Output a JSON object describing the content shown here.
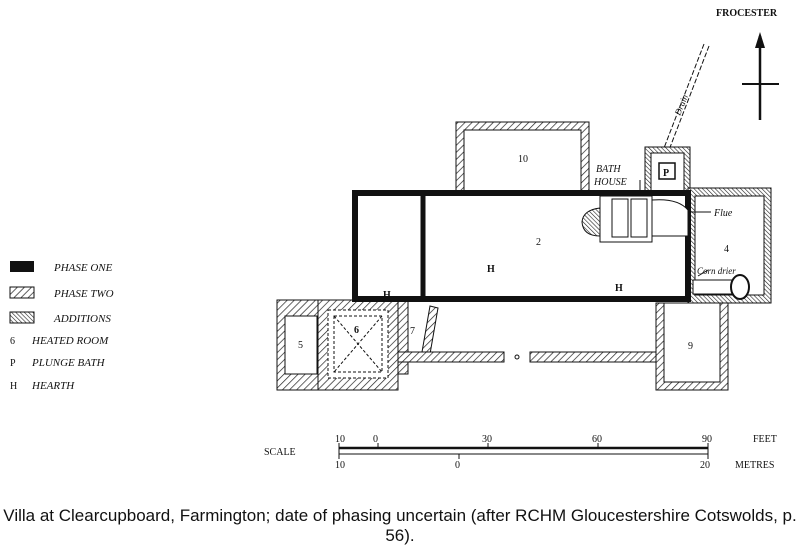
{
  "north_label": "FROCESTER",
  "legend": [
    {
      "label": "PHASE ONE",
      "symbol": "solid"
    },
    {
      "label": "PHASE TWO",
      "symbol": "hatch"
    },
    {
      "label": "ADDITIONS",
      "symbol": "dense-hatch"
    },
    {
      "label": "HEATED ROOM",
      "symbol": "6"
    },
    {
      "label": "PLUNGE BATH",
      "symbol": "P"
    },
    {
      "label": "HEARTH",
      "symbol": "H"
    }
  ],
  "rooms": {
    "r2": "2",
    "r4": "4",
    "r5": "5",
    "r6": "6",
    "r7": "7",
    "r9": "9",
    "r10": "10"
  },
  "hearths": [
    "H",
    "H",
    "H"
  ],
  "plunge": "P",
  "annotations": {
    "bath_house_1": "BATH",
    "bath_house_2": "HOUSE",
    "flue": "Flue",
    "corn_drier": "Corn drier",
    "drain": "Drain"
  },
  "scale": {
    "label": "SCALE",
    "feet_unit": "FEET",
    "feet_ticks": [
      "10",
      "0",
      "30",
      "60",
      "90"
    ],
    "metres_unit": "METRES",
    "metres_ticks": [
      "10",
      "0",
      "20"
    ]
  },
  "caption": "Villa at Clearcupboard, Farmington; date of phasing uncertain (after RCHM Gloucestershire Cotswolds, p. 56)."
}
